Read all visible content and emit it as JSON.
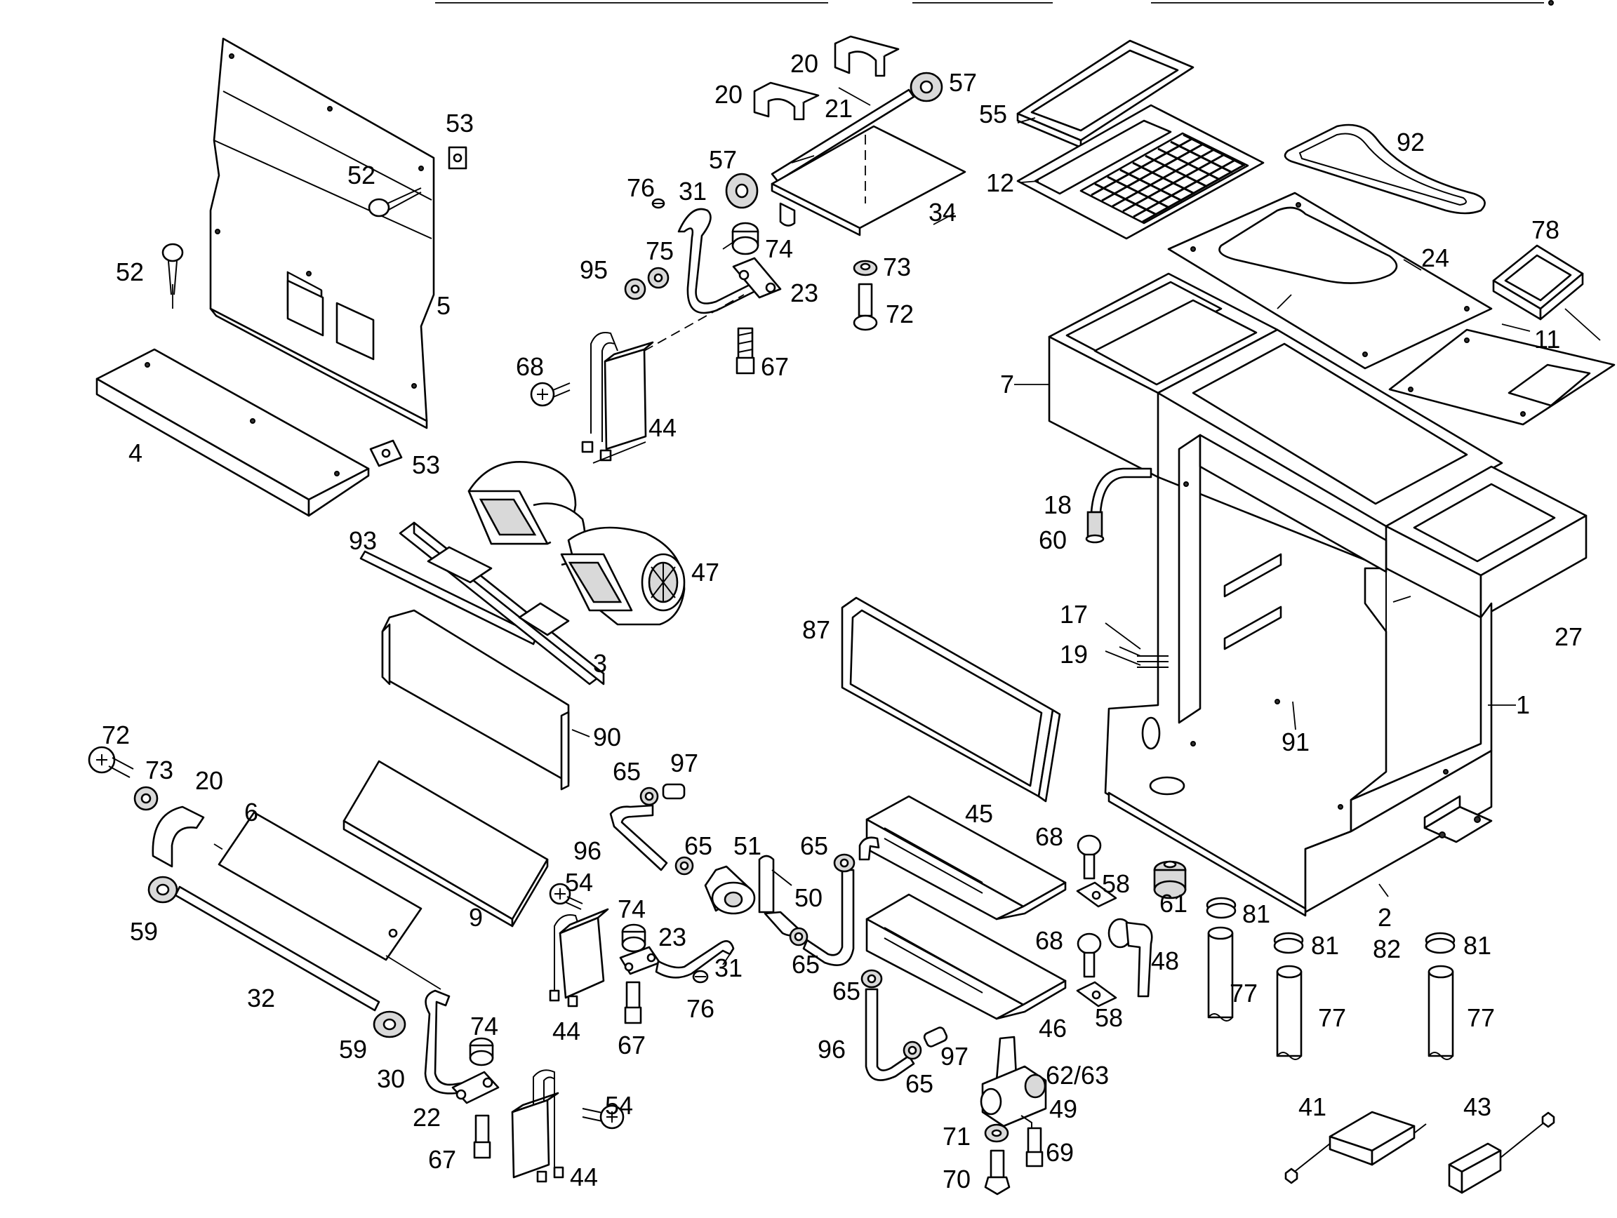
{
  "callouts": [
    {
      "id": "c20a",
      "text": "20"
    },
    {
      "id": "c57a",
      "text": "57"
    },
    {
      "id": "c20b",
      "text": "20"
    },
    {
      "id": "c21",
      "text": "21"
    },
    {
      "id": "c55",
      "text": "55"
    },
    {
      "id": "c53a",
      "text": "53"
    },
    {
      "id": "c57b",
      "text": "57"
    },
    {
      "id": "c92",
      "text": "92"
    },
    {
      "id": "c52a",
      "text": "52"
    },
    {
      "id": "c76a",
      "text": "76"
    },
    {
      "id": "c31a",
      "text": "31"
    },
    {
      "id": "c12",
      "text": "12"
    },
    {
      "id": "c34",
      "text": "34"
    },
    {
      "id": "c78",
      "text": "78"
    },
    {
      "id": "c74a",
      "text": "74"
    },
    {
      "id": "c95",
      "text": "95"
    },
    {
      "id": "c75",
      "text": "75"
    },
    {
      "id": "c24",
      "text": "24"
    },
    {
      "id": "c52b",
      "text": "52"
    },
    {
      "id": "c73a",
      "text": "73"
    },
    {
      "id": "c23a",
      "text": "23"
    },
    {
      "id": "c5",
      "text": "5"
    },
    {
      "id": "c72a",
      "text": "72"
    },
    {
      "id": "c11",
      "text": "11"
    },
    {
      "id": "c68a",
      "text": "68"
    },
    {
      "id": "c67a",
      "text": "67"
    },
    {
      "id": "c7",
      "text": "7"
    },
    {
      "id": "c44a",
      "text": "44"
    },
    {
      "id": "c4",
      "text": "4"
    },
    {
      "id": "c53b",
      "text": "53"
    },
    {
      "id": "c18",
      "text": "18"
    },
    {
      "id": "c60",
      "text": "60"
    },
    {
      "id": "c93",
      "text": "93"
    },
    {
      "id": "c47",
      "text": "47"
    },
    {
      "id": "c87",
      "text": "87"
    },
    {
      "id": "c17",
      "text": "17"
    },
    {
      "id": "c27",
      "text": "27"
    },
    {
      "id": "c19",
      "text": "19"
    },
    {
      "id": "c3",
      "text": "3"
    },
    {
      "id": "c1",
      "text": "1"
    },
    {
      "id": "c90",
      "text": "90"
    },
    {
      "id": "c91",
      "text": "91"
    },
    {
      "id": "c72b",
      "text": "72"
    },
    {
      "id": "c97a",
      "text": "97"
    },
    {
      "id": "c73b",
      "text": "73"
    },
    {
      "id": "c20c",
      "text": "20"
    },
    {
      "id": "c65a",
      "text": "65"
    },
    {
      "id": "c45",
      "text": "45"
    },
    {
      "id": "c6",
      "text": "6"
    },
    {
      "id": "c96a",
      "text": "96"
    },
    {
      "id": "c65b",
      "text": "65"
    },
    {
      "id": "c51",
      "text": "51"
    },
    {
      "id": "c68b",
      "text": "68"
    },
    {
      "id": "c65c",
      "text": "65"
    },
    {
      "id": "c54a",
      "text": "54"
    },
    {
      "id": "c58a",
      "text": "58"
    },
    {
      "id": "c50",
      "text": "50"
    },
    {
      "id": "c61",
      "text": "61"
    },
    {
      "id": "c59a",
      "text": "59"
    },
    {
      "id": "c74b",
      "text": "74"
    },
    {
      "id": "c9",
      "text": "9"
    },
    {
      "id": "c2",
      "text": "2"
    },
    {
      "id": "c81a",
      "text": "81"
    },
    {
      "id": "c23b",
      "text": "23"
    },
    {
      "id": "c82",
      "text": "82"
    },
    {
      "id": "c81b",
      "text": "81"
    },
    {
      "id": "c81c",
      "text": "81"
    },
    {
      "id": "c31b",
      "text": "31"
    },
    {
      "id": "c65d",
      "text": "65"
    },
    {
      "id": "c68c",
      "text": "68"
    },
    {
      "id": "c48",
      "text": "48"
    },
    {
      "id": "c32",
      "text": "32"
    },
    {
      "id": "c44b",
      "text": "44"
    },
    {
      "id": "c67b",
      "text": "67"
    },
    {
      "id": "c76b",
      "text": "76"
    },
    {
      "id": "c65e",
      "text": "65"
    },
    {
      "id": "c77a",
      "text": "77"
    },
    {
      "id": "c46",
      "text": "46"
    },
    {
      "id": "c58b",
      "text": "58"
    },
    {
      "id": "c77b",
      "text": "77"
    },
    {
      "id": "c77c",
      "text": "77"
    },
    {
      "id": "c59b",
      "text": "59"
    },
    {
      "id": "c74c",
      "text": "74"
    },
    {
      "id": "c96b",
      "text": "96"
    },
    {
      "id": "c97b",
      "text": "97"
    },
    {
      "id": "c30",
      "text": "30"
    },
    {
      "id": "c62",
      "text": "62/63"
    },
    {
      "id": "c65f",
      "text": "65"
    },
    {
      "id": "c22",
      "text": "22"
    },
    {
      "id": "c41",
      "text": "41"
    },
    {
      "id": "c43",
      "text": "43"
    },
    {
      "id": "c54b",
      "text": "54"
    },
    {
      "id": "c49",
      "text": "49"
    },
    {
      "id": "c71",
      "text": "71"
    },
    {
      "id": "c67c",
      "text": "67"
    },
    {
      "id": "c69",
      "text": "69"
    },
    {
      "id": "c44c",
      "text": "44"
    },
    {
      "id": "c70",
      "text": "70"
    }
  ]
}
